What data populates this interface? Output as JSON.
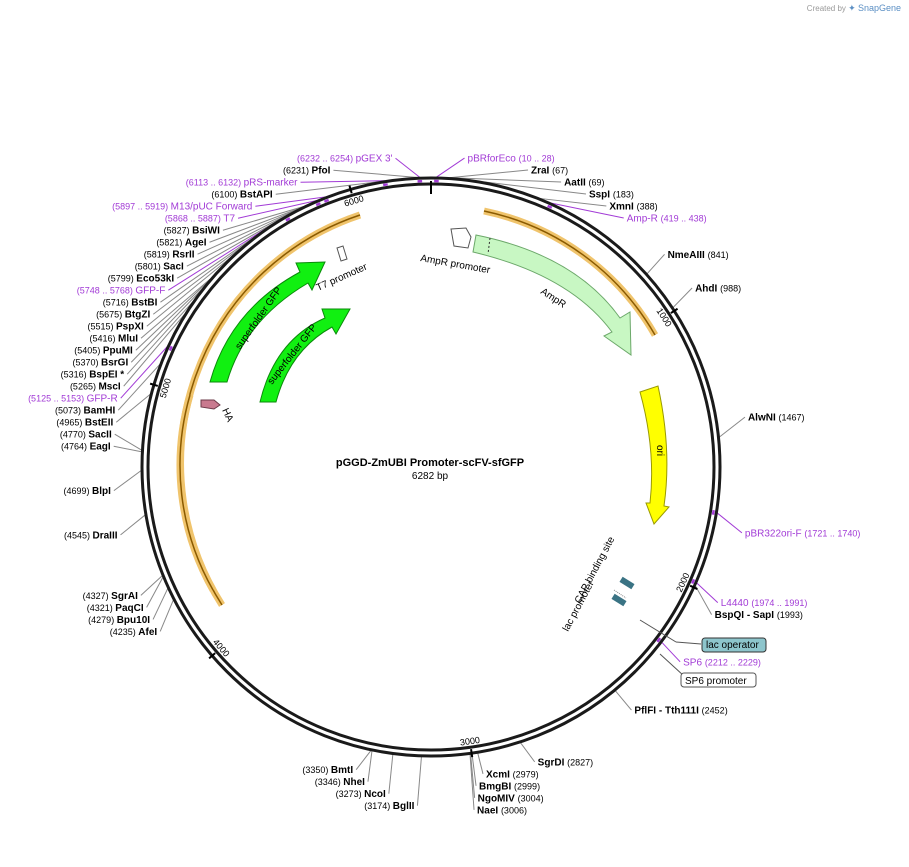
{
  "credit": {
    "prefix": "Created by",
    "brand": "SnapGene"
  },
  "plasmid": {
    "name": "pGGD-ZmUBI Promoter-scFV-sfGFP",
    "size_label": "6282 bp",
    "length": 6282
  },
  "colors": {
    "backbone": "#1a1a1a",
    "enzyme_line": "#888888",
    "primer": "#a23bd6",
    "ampr": "#c8f7c3",
    "ori": "#ffff00",
    "gfp": "#11f011",
    "orf_outline": "#f0c46c",
    "operator_fill": "#8dc5cc",
    "cap_fill": "#3a7384"
  },
  "ticks": [
    {
      "bp": 1000,
      "label": "1000"
    },
    {
      "bp": 2000,
      "label": "2000"
    },
    {
      "bp": 3000,
      "label": "3000"
    },
    {
      "bp": 4000,
      "label": "4000"
    },
    {
      "bp": 5000,
      "label": "5000"
    },
    {
      "bp": 6000,
      "label": "6000"
    }
  ],
  "enzymes": [
    {
      "name": "PfoI",
      "pos": "(6231)",
      "bp": 6231,
      "side": "L"
    },
    {
      "name": "BstAPI",
      "pos": "(6100)",
      "bp": 6100,
      "side": "L"
    },
    {
      "name": "BsiWI",
      "pos": "(5827)",
      "bp": 5827,
      "side": "L"
    },
    {
      "name": "AgeI",
      "pos": "(5821)",
      "bp": 5821,
      "side": "L"
    },
    {
      "name": "RsrII",
      "pos": "(5819)",
      "bp": 5819,
      "side": "L"
    },
    {
      "name": "SacI",
      "pos": "(5801)",
      "bp": 5801,
      "side": "L"
    },
    {
      "name": "Eco53kI",
      "pos": "(5799)",
      "bp": 5799,
      "side": "L"
    },
    {
      "name": "BstBI",
      "pos": "(5716)",
      "bp": 5716,
      "side": "L"
    },
    {
      "name": "BtgZI",
      "pos": "(5675)",
      "bp": 5675,
      "side": "L"
    },
    {
      "name": "PspXI",
      "pos": "(5515)",
      "bp": 5515,
      "side": "L"
    },
    {
      "name": "MluI",
      "pos": "(5416)",
      "bp": 5416,
      "side": "L"
    },
    {
      "name": "PpuMI",
      "pos": "(5405)",
      "bp": 5405,
      "side": "L"
    },
    {
      "name": "BsrGI",
      "pos": "(5370)",
      "bp": 5370,
      "side": "L"
    },
    {
      "name": "BspEI *",
      "pos": "(5316)",
      "bp": 5316,
      "side": "L"
    },
    {
      "name": "MscI",
      "pos": "(5265)",
      "bp": 5265,
      "side": "L"
    },
    {
      "name": "BamHI",
      "pos": "(5073)",
      "bp": 5073,
      "side": "L"
    },
    {
      "name": "BstEII",
      "pos": "(4965)",
      "bp": 4965,
      "side": "L"
    },
    {
      "name": "SacII",
      "pos": "(4770)",
      "bp": 4770,
      "side": "L"
    },
    {
      "name": "EagI",
      "pos": "(4764)",
      "bp": 4764,
      "side": "L"
    },
    {
      "name": "BlpI",
      "pos": "(4699)",
      "bp": 4699,
      "side": "L"
    },
    {
      "name": "DraIII",
      "pos": "(4545)",
      "bp": 4545,
      "side": "L"
    },
    {
      "name": "SgrAI",
      "pos": "(4327)",
      "bp": 4327,
      "side": "L"
    },
    {
      "name": "PaqCI",
      "pos": "(4321)",
      "bp": 4321,
      "side": "L"
    },
    {
      "name": "Bpu10I",
      "pos": "(4279)",
      "bp": 4279,
      "side": "L"
    },
    {
      "name": "AfeI",
      "pos": "(4235)",
      "bp": 4235,
      "side": "L"
    },
    {
      "name": "BmtI",
      "pos": "(3350)",
      "bp": 3350,
      "side": "L"
    },
    {
      "name": "NheI",
      "pos": "(3346)",
      "bp": 3346,
      "side": "L"
    },
    {
      "name": "NcoI",
      "pos": "(3273)",
      "bp": 3273,
      "side": "L"
    },
    {
      "name": "BglII",
      "pos": "(3174)",
      "bp": 3174,
      "side": "L"
    },
    {
      "name": "ZraI",
      "pos": "(67)",
      "bp": 67,
      "side": "R"
    },
    {
      "name": "AatII",
      "pos": "(69)",
      "bp": 69,
      "side": "R"
    },
    {
      "name": "SspI",
      "pos": "(183)",
      "bp": 183,
      "side": "R"
    },
    {
      "name": "XmnI",
      "pos": "(388)",
      "bp": 388,
      "side": "R"
    },
    {
      "name": "NmeAIII",
      "pos": "(841)",
      "bp": 841,
      "side": "R"
    },
    {
      "name": "AhdI",
      "pos": "(988)",
      "bp": 988,
      "side": "R"
    },
    {
      "name": "AlwNI",
      "pos": "(1467)",
      "bp": 1467,
      "side": "R"
    },
    {
      "name": "BspQI  - SapI",
      "pos": "(1993)",
      "bp": 1993,
      "side": "R"
    },
    {
      "name": "PflFI  - Tth111I",
      "pos": "(2452)",
      "bp": 2452,
      "side": "R"
    },
    {
      "name": "SgrDI",
      "pos": "(2827)",
      "bp": 2827,
      "side": "R"
    },
    {
      "name": "XcmI",
      "pos": "(2979)",
      "bp": 2979,
      "side": "R"
    },
    {
      "name": "BmgBI",
      "pos": "(2999)",
      "bp": 2999,
      "side": "R"
    },
    {
      "name": "NgoMIV",
      "pos": "(3004)",
      "bp": 3004,
      "side": "R"
    },
    {
      "name": "NaeI",
      "pos": "(3006)",
      "bp": 3006,
      "side": "R"
    }
  ],
  "primers": [
    {
      "name": "pGEX 3'",
      "pos": "(6232 .. 6254)",
      "bp": 6243,
      "side": "L"
    },
    {
      "name": "pBRforEco",
      "pos": "(10 .. 28)",
      "bp": 19,
      "side": "R"
    },
    {
      "name": "pRS-marker",
      "pos": "(6113 .. 6132)",
      "bp": 6122,
      "side": "L"
    },
    {
      "name": "M13/pUC Forward",
      "pos": "(5897 .. 5919)",
      "bp": 5908,
      "side": "L"
    },
    {
      "name": "T7",
      "pos": "(5868 .. 5887)",
      "bp": 5877,
      "side": "L"
    },
    {
      "name": "Amp-R",
      "pos": "(419 .. 438)",
      "bp": 428,
      "side": "R"
    },
    {
      "name": "GFP-F",
      "pos": "(5748 .. 5768)",
      "bp": 5758,
      "side": "L"
    },
    {
      "name": "GFP-R",
      "pos": "(5125 .. 5153)",
      "bp": 5139,
      "side": "L"
    },
    {
      "name": "pBR322ori-F",
      "pos": "(1721 .. 1740)",
      "bp": 1730,
      "side": "R"
    },
    {
      "name": "L4440",
      "pos": "(1974 .. 1991)",
      "bp": 1982,
      "side": "R"
    },
    {
      "name": "SP6",
      "pos": "(2212 .. 2229)",
      "bp": 2220,
      "side": "R"
    }
  ],
  "features": {
    "ampr_promoter": "AmpR promoter",
    "ampr": "AmpR",
    "ori": "ori",
    "t7_promoter": "T7 promoter",
    "gfp_outer": "superfolder GFP",
    "gfp_inner": "superfolder GFP",
    "ha": "HA",
    "cap": "CAP binding site",
    "lac_promoter": "lac promoter",
    "lac_operator": "lac operator",
    "sp6_promoter": "SP6 promoter"
  }
}
